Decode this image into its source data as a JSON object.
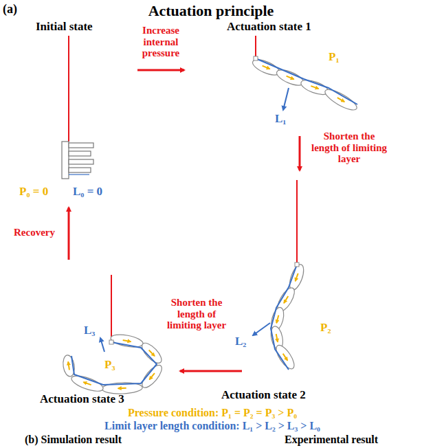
{
  "diagram": {
    "title": "Actuation principle",
    "labels": [
      "(a)",
      "Initial state",
      "Actuation state 1",
      "Increase internal pressure",
      "P₁",
      "L₁",
      "Shorten the length of limiting layer",
      "P₀ = 0",
      "L₀ = 0",
      "Recovery",
      "L₂",
      "P₂",
      "Actuation state 2",
      "Shorten the length of limiting layer",
      "L₃",
      "P₃",
      "Actuation state 3",
      "Pressure condition: P₁ = P₂ = P₃ > P₀",
      "Limit layer length condition: L₁ > L₂ > L₃ > L₀",
      "(b) Simulation result",
      "Experimental result"
    ]
  }
}
